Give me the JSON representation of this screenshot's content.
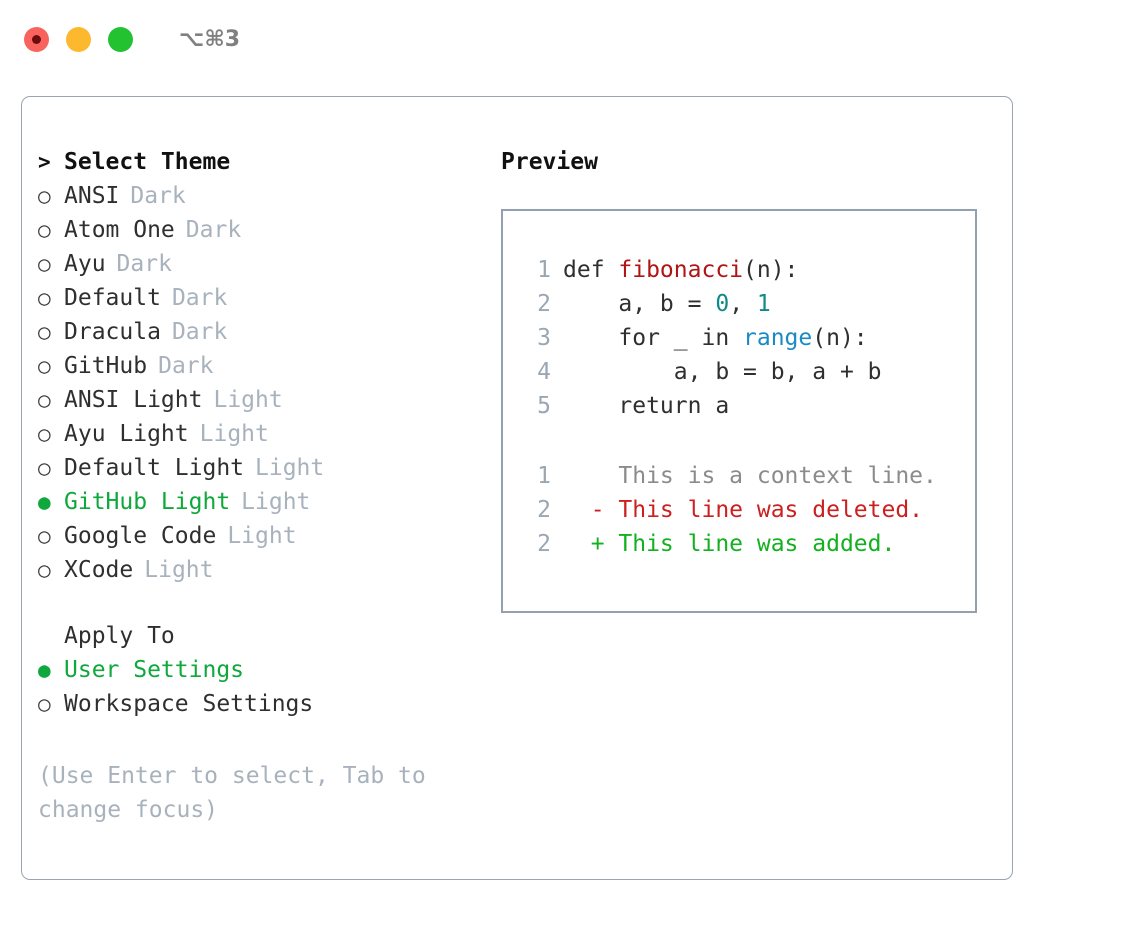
{
  "titlebar": {
    "shortcut": "⌥⌘3",
    "lights": [
      {
        "name": "close",
        "color": "#f9635e"
      },
      {
        "name": "minimize",
        "color": "#fdb92e"
      },
      {
        "name": "maximize",
        "color": "#23c231"
      }
    ]
  },
  "theme_picker": {
    "focus_marker": ">",
    "heading": "Select Theme",
    "radio_unselected": "○",
    "radio_selected": "●",
    "items": [
      {
        "label": "ANSI",
        "variant": "Dark",
        "selected": false
      },
      {
        "label": "Atom One",
        "variant": "Dark",
        "selected": false
      },
      {
        "label": "Ayu",
        "variant": "Dark",
        "selected": false
      },
      {
        "label": "Default",
        "variant": "Dark",
        "selected": false
      },
      {
        "label": "Dracula",
        "variant": "Dark",
        "selected": false
      },
      {
        "label": "GitHub",
        "variant": "Dark",
        "selected": false
      },
      {
        "label": "ANSI Light",
        "variant": "Light",
        "selected": false
      },
      {
        "label": "Ayu Light",
        "variant": "Light",
        "selected": false
      },
      {
        "label": "Default Light",
        "variant": "Light",
        "selected": false
      },
      {
        "label": "GitHub Light",
        "variant": "Light",
        "selected": true
      },
      {
        "label": "Google Code",
        "variant": "Light",
        "selected": false
      },
      {
        "label": "XCode",
        "variant": "Light",
        "selected": false
      }
    ]
  },
  "apply_to": {
    "title": "Apply To",
    "options": [
      {
        "label": "User Settings",
        "selected": true
      },
      {
        "label": "Workspace Settings",
        "selected": false
      }
    ]
  },
  "hint": "(Use Enter to select, Tab to change focus)",
  "preview": {
    "title": "Preview",
    "code_lines": [
      {
        "no": "1",
        "segments": [
          {
            "text": "def ",
            "kind": "plain"
          },
          {
            "text": "fibonacci",
            "kind": "fn"
          },
          {
            "text": "(n):",
            "kind": "plain"
          }
        ]
      },
      {
        "no": "2",
        "segments": [
          {
            "text": "    a, b = ",
            "kind": "plain"
          },
          {
            "text": "0",
            "kind": "num"
          },
          {
            "text": ", ",
            "kind": "plain"
          },
          {
            "text": "1",
            "kind": "num"
          }
        ]
      },
      {
        "no": "3",
        "segments": [
          {
            "text": "    for _ in ",
            "kind": "plain"
          },
          {
            "text": "range",
            "kind": "call"
          },
          {
            "text": "(n):",
            "kind": "plain"
          }
        ]
      },
      {
        "no": "4",
        "segments": [
          {
            "text": "        a, b = b, a + b",
            "kind": "plain"
          }
        ]
      },
      {
        "no": "5",
        "segments": [
          {
            "text": "    return a",
            "kind": "plain"
          }
        ]
      }
    ],
    "diff_lines": [
      {
        "no": "1",
        "sign": " ",
        "text": "This is a context line.",
        "kind": "context"
      },
      {
        "no": "2",
        "sign": "-",
        "text": "This line was deleted.",
        "kind": "del"
      },
      {
        "no": "2",
        "sign": "+",
        "text": "This line was added.",
        "kind": "add"
      }
    ]
  },
  "colors": {
    "selected_green": "#0ea83c",
    "variant_gray": "#a8b2bd",
    "panel_border": "#9aa4b0",
    "preview_border": "#93a0ad",
    "syntax_function": "#b01414",
    "syntax_number": "#0f8a86",
    "syntax_call": "#1a8ac4",
    "diff_deleted": "#cc1f1f",
    "diff_added": "#13b01f",
    "diff_context": "#8b8b8b"
  }
}
